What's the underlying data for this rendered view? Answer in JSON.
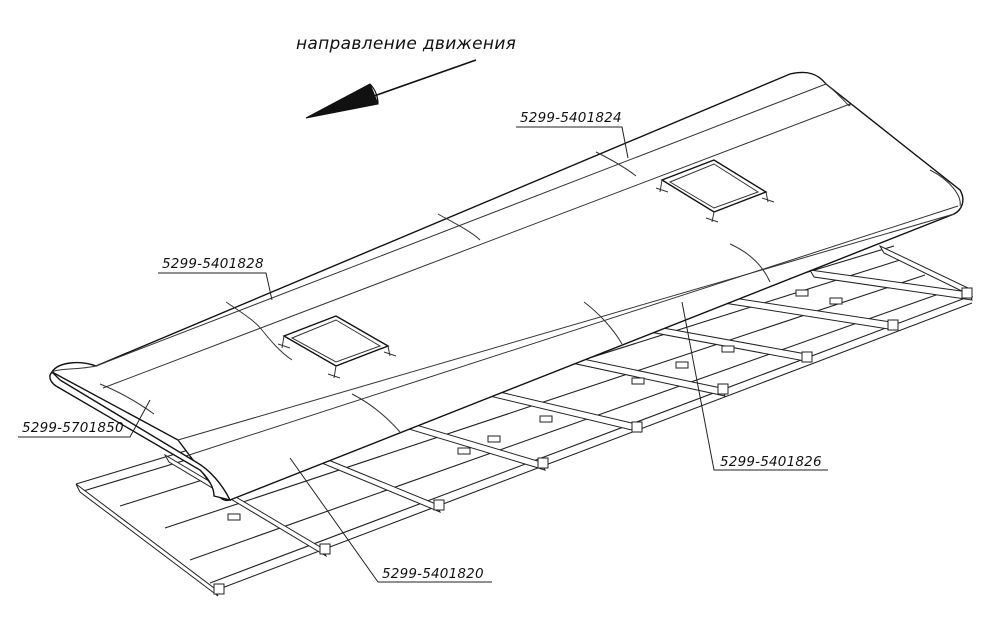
{
  "direction": {
    "label": "направление движения"
  },
  "callouts": [
    {
      "id": "top-panel",
      "text": "5299-5401824"
    },
    {
      "id": "left-panel",
      "text": "5299-5401828"
    },
    {
      "id": "end-panel",
      "text": "5299-5701850"
    },
    {
      "id": "right-lower-panel",
      "text": "5299-5401826"
    },
    {
      "id": "left-lower-panel",
      "text": "5299-5401820"
    }
  ]
}
